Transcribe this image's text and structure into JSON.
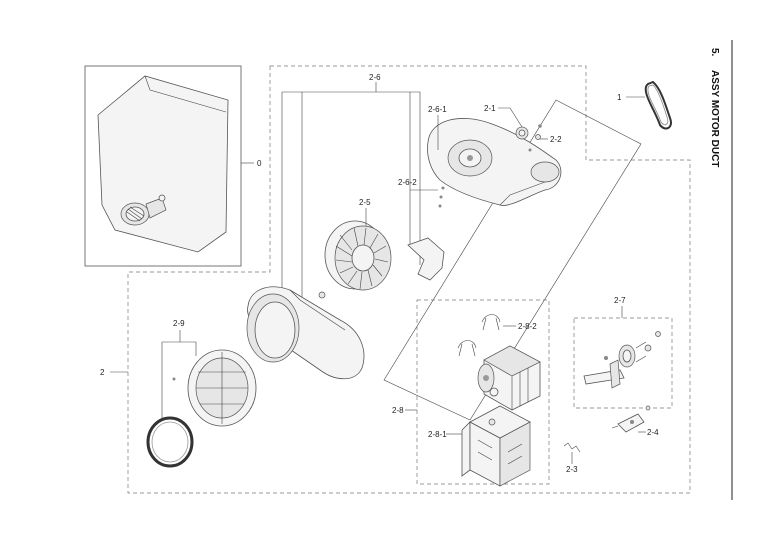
{
  "section": {
    "number": "5.",
    "title": "ASSY MOTOR DUCT"
  },
  "callouts": {
    "c0": "0",
    "c1": "1",
    "c2": "2",
    "c2_1": "2-1",
    "c2_2": "2-2",
    "c2_3": "2-3",
    "c2_4": "2-4",
    "c2_5": "2-5",
    "c2_6": "2-6",
    "c2_6_1": "2-6-1",
    "c2_6_2": "2-6-2",
    "c2_7": "2-7",
    "c2_8": "2-8",
    "c2_8_1": "2-8-1",
    "c2_8_2": "2-8-2",
    "c2_9": "2-9"
  }
}
